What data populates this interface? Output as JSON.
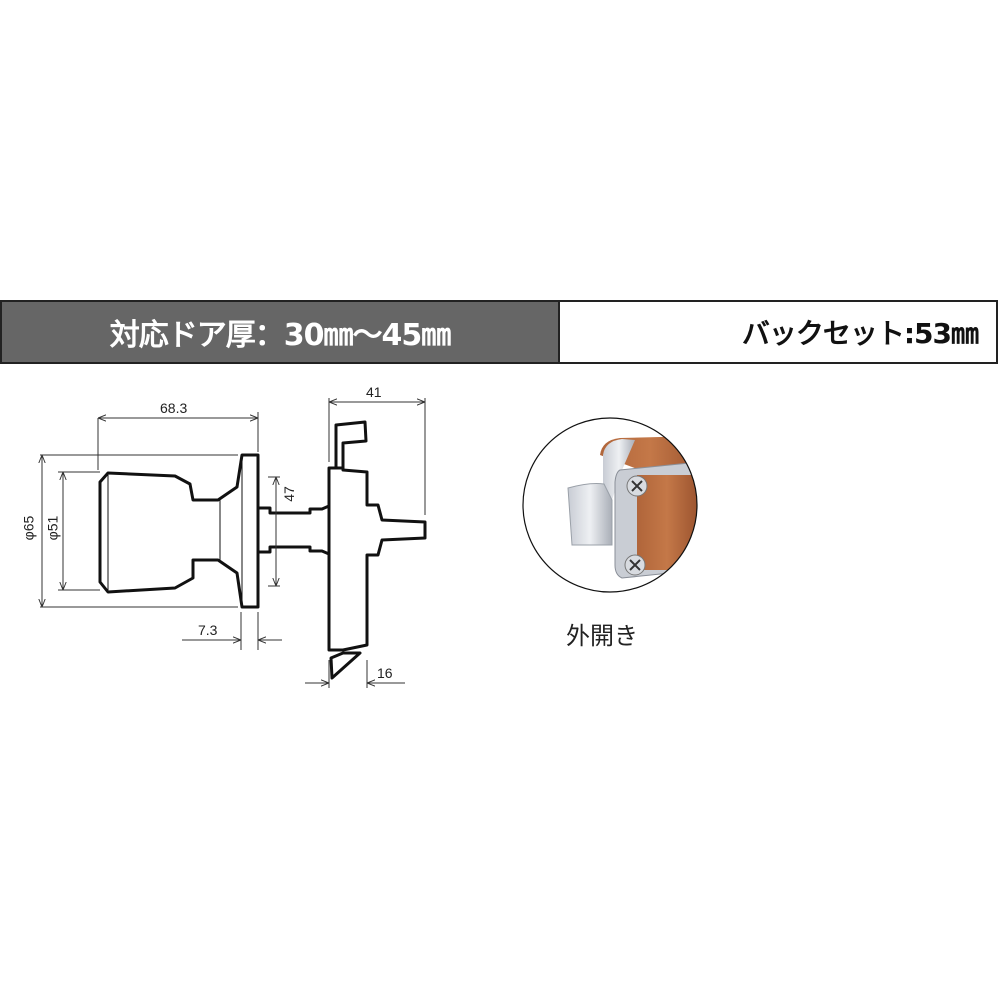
{
  "header": {
    "door_thickness": "対応ドア厚：30㎜～45㎜",
    "backset": "バックセット:53㎜"
  },
  "dimensions": {
    "knob_length": "68.3",
    "rose_diameter": "φ65",
    "knob_diameter": "φ51",
    "rose_thickness": "7.3",
    "spindle_height": "47",
    "latch_depth": "41",
    "latch_bevel": "16"
  },
  "photo": {
    "caption": "外開き"
  }
}
